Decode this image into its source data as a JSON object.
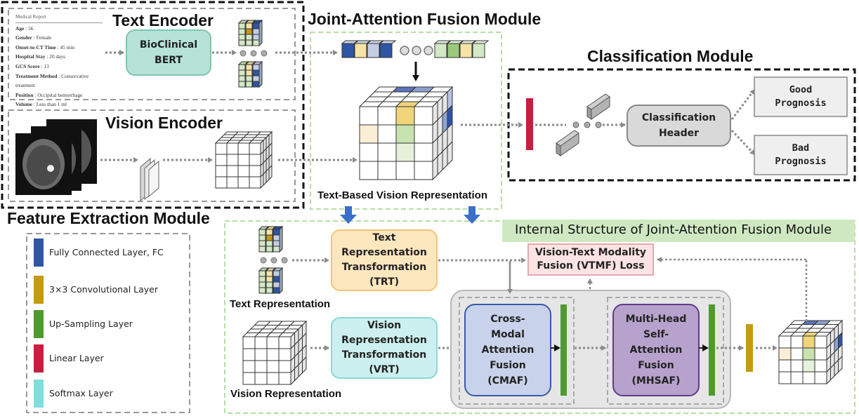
{
  "titles": {
    "text_encoder": "Text Encoder",
    "vision_encoder": "Vision Encoder",
    "feature_extraction": "Feature Extraction Module",
    "joint_attention": "Joint-Attention Fusion Module",
    "classification": "Classification Module",
    "internal_structure": "Internal Structure of Joint-Attention Fusion Module"
  },
  "medical_report": {
    "header": "Medical Report",
    "fields": [
      {
        "key": "Age",
        "value": "56"
      },
      {
        "key": "Gender",
        "value": "Female"
      },
      {
        "key": "Onset-to-CT Time",
        "value": "45 min"
      },
      {
        "key": "Hospital Stay",
        "value": "20 days"
      },
      {
        "key": "GCS Score",
        "value": "13"
      },
      {
        "key": "Treatment Method",
        "value": "Conservative treatment"
      },
      {
        "key": "Position",
        "value": "Occipital hemorrhage"
      },
      {
        "key": "Volume",
        "value": "Less than 1 ml"
      }
    ]
  },
  "blocks": {
    "bert": "BioClinical\nBERT",
    "text_based_vision": "Text-Based Vision Representation",
    "classification_header": "Classification\nHeader",
    "good": "Good\nPrognosis",
    "bad": "Bad\nPrognosis",
    "trt": "Text\nRepresentation\nTransformation\n(TRT)",
    "vrt": "Vision\nRepresentation\nTransformation\n(VRT)",
    "vtmf": "Vision-Text Modality\nFusion (VTMF) Loss",
    "cmaf": "Cross-\nModal\nAttention\nFusion\n(CMAF)",
    "mhsaf": "Multi-Head\nSelf-\nAttention\nFusion\n(MHSAF)",
    "text_representation": "Text Representation",
    "vision_representation": "Vision Representation"
  },
  "legend": [
    {
      "label": "Fully Connected Layer, FC",
      "color": "#2f55a4"
    },
    {
      "label": "3×3 Convolutional Layer",
      "color": "#c49a16"
    },
    {
      "label": "Up-Sampling Layer",
      "color": "#4f9a2f"
    },
    {
      "label": "Linear Layer",
      "color": "#c61f3f"
    },
    {
      "label": "Softmax Layer",
      "color": "#7ee0dc"
    }
  ],
  "colors": {
    "fc": "#2f55a4",
    "conv": "#c49a16",
    "upsample": "#4f9a2f",
    "linear": "#c61f3f",
    "softmax": "#7ee0dc",
    "bert_fill": "#b6e3d6",
    "trt_fill": "#fde7bf",
    "vrt_fill": "#ccf0ef",
    "vtmf_fill": "#fde3e3",
    "cmaf_fill": "#c8d2ea",
    "mhsaf_fill": "#b6a2cc",
    "internal_banner": "#cfe8c2"
  }
}
